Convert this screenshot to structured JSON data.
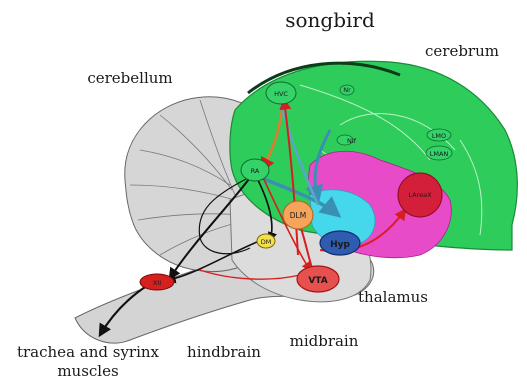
{
  "title": "songbird",
  "regions": {
    "cerebrum": "cerebrum",
    "cerebellum": "cerebellum",
    "thalamus": "thalamus",
    "midbrain": "midbrain",
    "hindbrain": "hindbrain",
    "output": "trachea and syrinx",
    "output2": "muscles"
  },
  "nuclei": {
    "hvc": "HVC",
    "ra": "RA",
    "dlm": "DLM",
    "hyp": "Hyp",
    "vta": "VTA",
    "lareax": "LAreaX",
    "nxii": "XII",
    "dm": "DM",
    "lmo": "LMO",
    "lman": "LMAN",
    "nif": "NIf",
    "nr": "Nr"
  },
  "colors": {
    "cerebrum": "#2ecc5a",
    "striatum": "#e84bc8",
    "cyan": "#45d8ec",
    "brainstem": "#d4d4d4",
    "red": "#d62020",
    "dlm": "#f6a35c",
    "hyp": "#2f5bb0",
    "dm": "#f2e04a"
  }
}
